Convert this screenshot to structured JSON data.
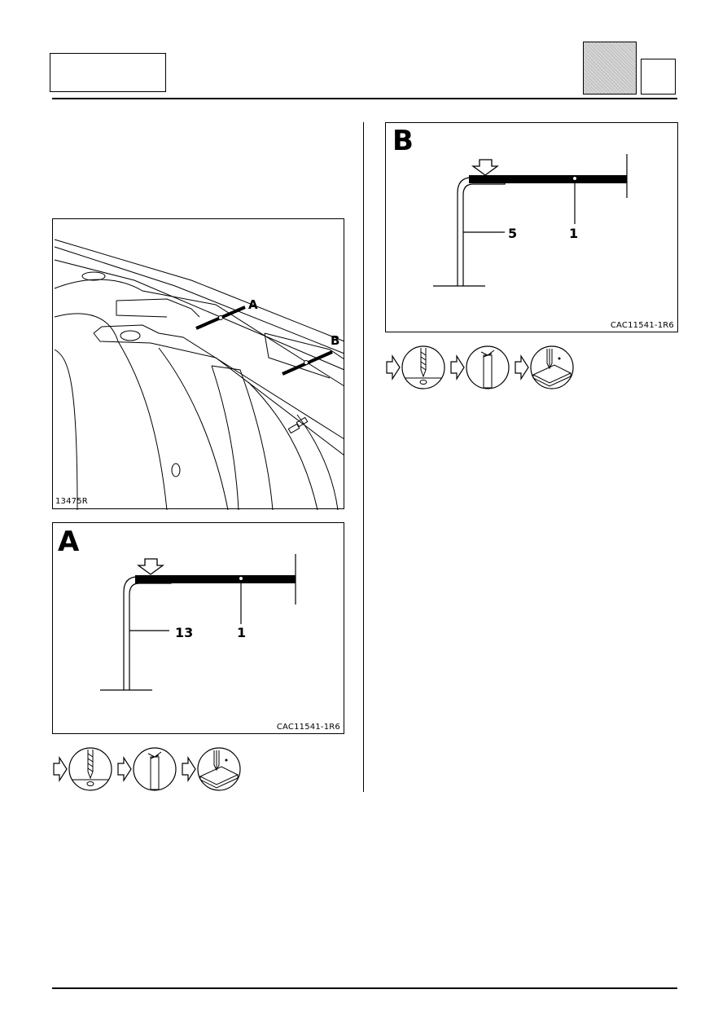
{
  "header": {
    "accent_color": "#c8c8c8"
  },
  "figures": {
    "overview": {
      "ref": "13475R",
      "callouts": [
        "A",
        "B"
      ]
    },
    "section_a": {
      "letter": "A",
      "ref": "CAC11541-1R6",
      "labels": [
        "13",
        "1"
      ]
    },
    "section_b": {
      "letter": "B",
      "ref": "CAC11541-1R6",
      "labels": [
        "5",
        "1"
      ]
    }
  },
  "procedure_icons": [
    "drill-icon",
    "chisel-icon",
    "spot-weld-icon"
  ]
}
